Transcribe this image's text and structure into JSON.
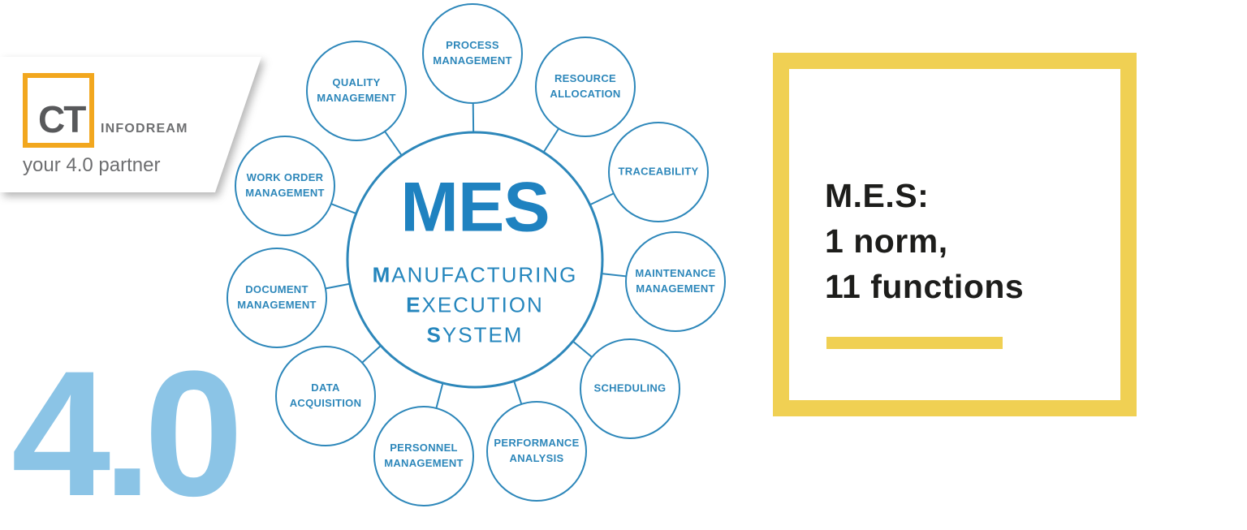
{
  "logo": {
    "monogram": "CT",
    "company": "INFODREAM",
    "tagline": "your 4.0 partner"
  },
  "watermark": {
    "text": "4.0"
  },
  "diagram": {
    "center": {
      "acronym": "MES",
      "words": [
        "MANUFACTURING",
        "EXECUTION",
        "SYSTEM"
      ]
    },
    "functions": [
      {
        "id": "process-management",
        "lines": [
          "PROCESS",
          "MANAGEMENT"
        ]
      },
      {
        "id": "resource-allocation",
        "lines": [
          "RESOURCE",
          "ALLOCATION"
        ]
      },
      {
        "id": "traceability",
        "lines": [
          "TRACEABILITY"
        ]
      },
      {
        "id": "maintenance-management",
        "lines": [
          "MAINTENANCE",
          "MANAGEMENT"
        ]
      },
      {
        "id": "scheduling",
        "lines": [
          "SCHEDULING"
        ]
      },
      {
        "id": "performance-analysis",
        "lines": [
          "PERFORMANCE",
          "ANALYSIS"
        ]
      },
      {
        "id": "personnel-management",
        "lines": [
          "PERSONNEL",
          "MANAGEMENT"
        ]
      },
      {
        "id": "data-acquisition",
        "lines": [
          "DATA",
          "ACQUISITION"
        ]
      },
      {
        "id": "document-management",
        "lines": [
          "DOCUMENT",
          "MANAGEMENT"
        ]
      },
      {
        "id": "work-order-management",
        "lines": [
          "WORK ORDER",
          "MANAGEMENT"
        ]
      },
      {
        "id": "quality-management",
        "lines": [
          "QUALITY",
          "MANAGEMENT"
        ]
      }
    ]
  },
  "panel": {
    "heading_lines": [
      "M.E.S:",
      "1 norm,",
      "11 functions"
    ]
  },
  "colors": {
    "diagram_blue": "#2d87ba",
    "mes_blue": "#1f82c0",
    "light_blue": "#8bc4e6",
    "logo_gold": "#f2a71e",
    "panel_yellow": "#f0d053",
    "text_dark": "#1d1d1b",
    "logo_gray": "#6d6e70"
  }
}
